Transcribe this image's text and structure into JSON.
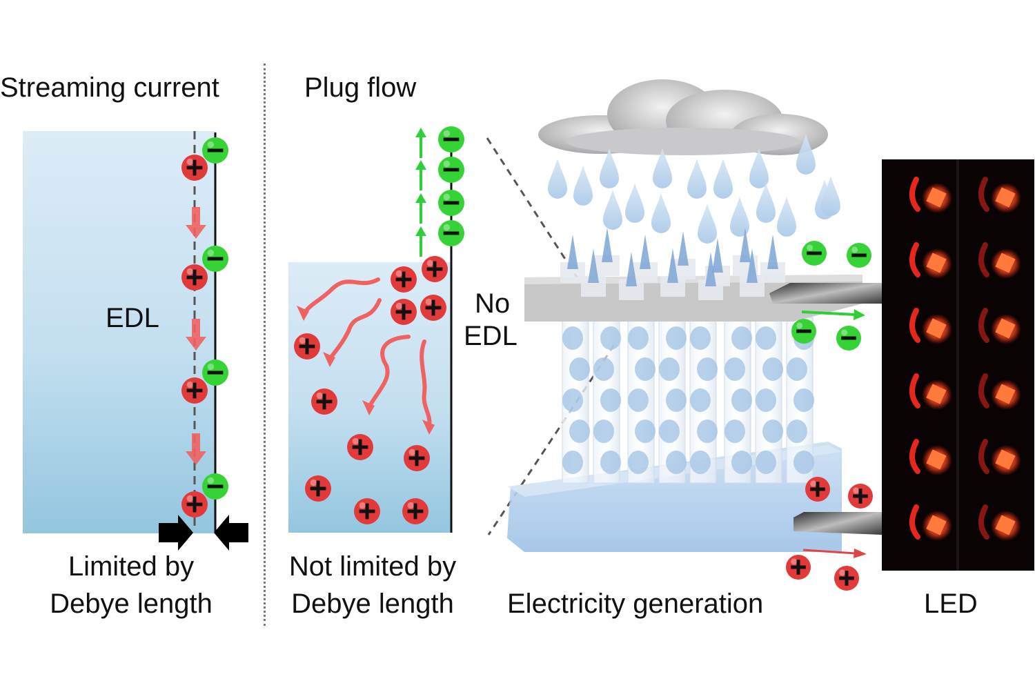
{
  "sections": {
    "streaming": {
      "title": "Streaming current",
      "region_label": "EDL",
      "caption_line1": "Limited by",
      "caption_line2": "Debye length"
    },
    "plug": {
      "title": "Plug flow",
      "region_label_line1": "No",
      "region_label_line2": "EDL",
      "caption_line1": "Not limited by",
      "caption_line2": "Debye length"
    },
    "generation": {
      "caption": "Electricity generation"
    },
    "led": {
      "caption": "LED",
      "frame_count": 12
    }
  },
  "legend_symbols": {
    "positive_ion": "+",
    "negative_ion": "−"
  },
  "colors": {
    "positive_ion": "#e23a3a",
    "negative_ion": "#36d336",
    "flow_arrow_red": "#f06262",
    "flow_arrow_green": "#2fcf3a",
    "water_light": "#dcecf7",
    "water_dark": "#93c6df",
    "led_glow": "#ff5a2a",
    "led_bg": "#0a0304"
  }
}
